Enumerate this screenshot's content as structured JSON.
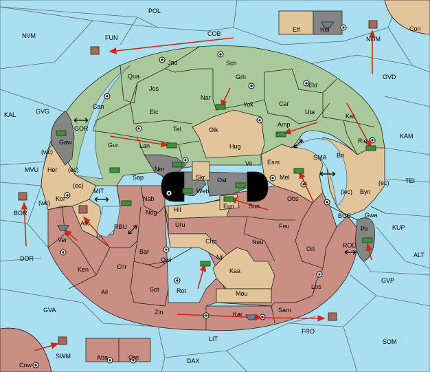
{
  "map": {
    "seas": {
      "POL": "POL",
      "NVM": "NVM",
      "FUN": "FUN",
      "COB": "COB",
      "NOM": "NOM",
      "Con": "Con",
      "OVD": "OVD",
      "KAL": "KAL",
      "GVG": "GVG",
      "GOR": "GOR",
      "KAM": "KAM",
      "SMA": "SMA",
      "TEI": "TEI",
      "MVU": "MVU",
      "MIT": "MIT",
      "BOR": "BOR",
      "RBU": "RBU",
      "BUC": "BUC",
      "KUP": "KUP",
      "DOR": "DOR",
      "ROD": "ROD",
      "ALT": "ALT",
      "GVP": "GVP",
      "GVA": "GVA",
      "FRO": "FRO",
      "SOM": "SOM",
      "LIT": "LIT",
      "SWM": "SWM",
      "DAX": "DAX",
      "Cow": "Cow"
    },
    "provinces": {
      "Elf": "Elf",
      "Hel": "Hel",
      "Jad": "Jad",
      "Sch": "Sch",
      "Qua": "Qua",
      "Jos": "Jos",
      "Grh": "Grh",
      "Eld": "Eld",
      "Can": "Can",
      "Nar": "Nar",
      "Yok": "Yok",
      "Car": "Car",
      "Uta": "Uta",
      "Elc": "Elc",
      "Tel": "Tel",
      "Olk": "Olk",
      "Amp": "Amp",
      "Kat": "Kat",
      "Gaw": "Gaw",
      "Gur": "Gur",
      "Lan": "Lan",
      "Hug": "Hug",
      "Rie": "Rie",
      "Bri": "Bri",
      "Nor": "Nor",
      "Vil": "Vil",
      "Esm": "Esm",
      "Her": "Her",
      "Sap": "Sap",
      "Skr": "Skr",
      "Ost": "Ost",
      "Mel": "Mel",
      "Web": "Web",
      "Byn": "Byn",
      "Kor": "Kor",
      "Nab": "Nab",
      "Eun": "Eun",
      "Sun": "Sun",
      "Obs": "Obs",
      "Hil": "Hil",
      "Gwa": "Gwa",
      "Alk": "Alk",
      "Nog": "Nog",
      "Uru": "Uru",
      "Feu": "Feu",
      "Pir": "Pir",
      "Ver": "Ver",
      "Chp": "Chp",
      "Neu": "Neu",
      "Bar": "Bar",
      "Qwi": "Qwi",
      "Orl": "Orl",
      "Nil": "Nil",
      "Ken": "Ken",
      "Chr": "Chr",
      "Kaa": "Kaa",
      "Ail": "Ail",
      "Sot": "Sot",
      "Rot": "Rot",
      "Los": "Los",
      "Mou": "Mou",
      "Zin": "Zin",
      "Kar": "Kar",
      "Sam": "Sam",
      "Aba": "Aba",
      "Orn": "Orn"
    },
    "coasts": {
      "wc": "(wc)",
      "ec": "(ec)"
    },
    "colors": {
      "sea": "#a9dfee",
      "green_power": "#a9c99a",
      "neutral": "#e3c59c",
      "red_power": "#c98f84",
      "impassable": "#858585",
      "order_arrow": "#d02818",
      "green_unit": "#3f8f3a",
      "fleet_grey": "#708090",
      "army_brown": "#a26b5f"
    }
  }
}
